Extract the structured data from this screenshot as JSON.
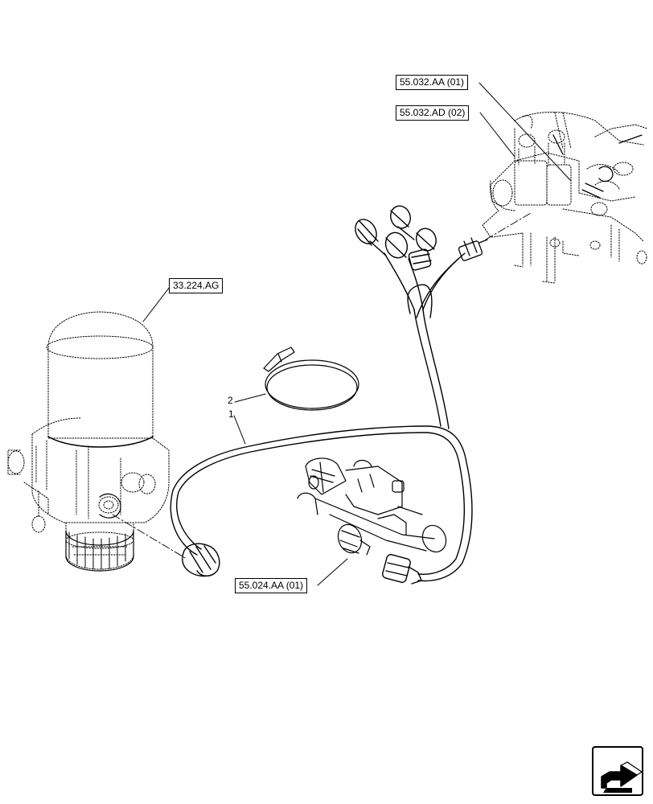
{
  "references": {
    "ref_55_032_aa": "55.032.AA (01)",
    "ref_55_032_ad": "55.032.AD (02)",
    "ref_33_224_ag": "33.224.AG",
    "ref_55_024_aa": "55.024.AA (01)"
  },
  "callouts": {
    "item_1": "1",
    "item_2": "2"
  },
  "navigation": {
    "icon": "next-page-arrow-icon"
  },
  "colors": {
    "line": "#000000",
    "background": "#ffffff",
    "nav_fill": "#000000"
  }
}
